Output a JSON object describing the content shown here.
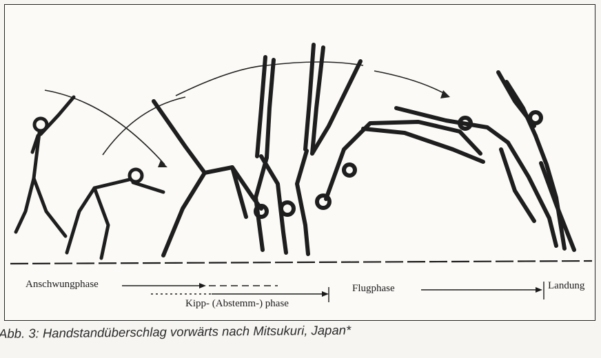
{
  "figure": {
    "phases": {
      "anschwung": "Anschwungphase",
      "kipp": "Kipp- (Abstemm-) phase",
      "flug": "Flugphase",
      "landung": "Landung"
    },
    "ink_color": "#1e1e1e",
    "paper_color": "#fbfaf7"
  },
  "caption": "Abb. 3: Handstandüberschlag vorwärts nach Mitsukuri, Japan*"
}
